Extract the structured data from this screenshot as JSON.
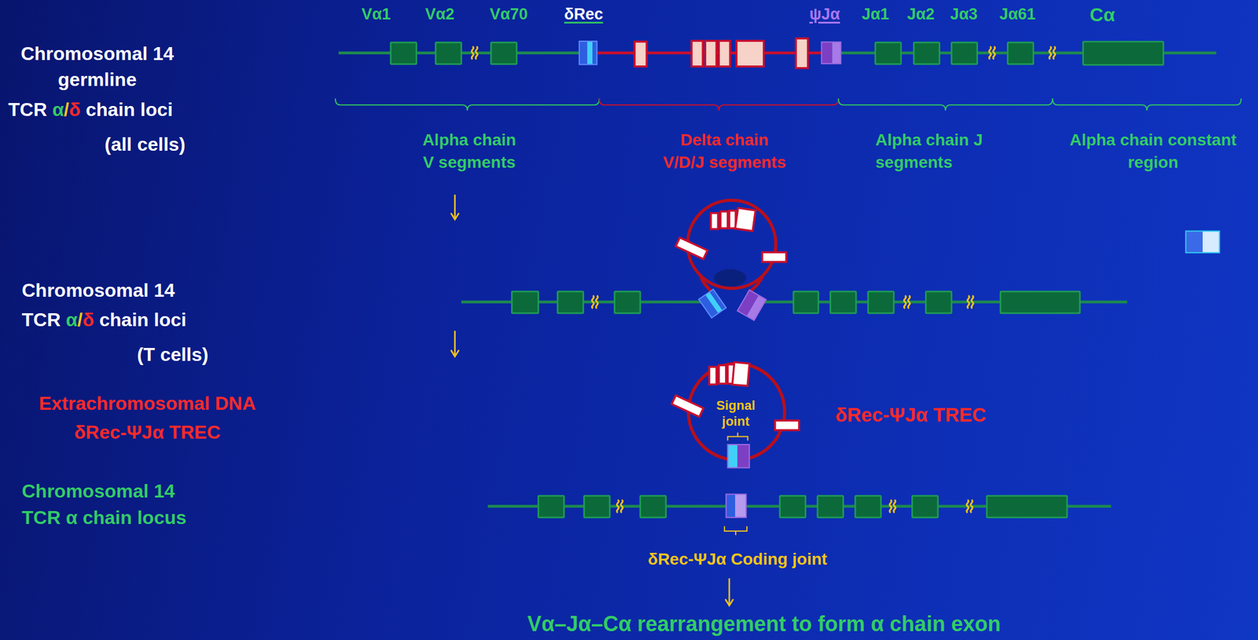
{
  "diagram": {
    "labels": [
      "Vα1",
      "Vα2",
      "Vα70",
      "δRec",
      "ψJα",
      "Jα1",
      "Jα2",
      "Jα3",
      "Jα61",
      "Cα",
      "Chromosomal 14 germline",
      "TCR α/δ chain loci",
      "(all cells)",
      "Alpha chain V segments",
      "Delta chain V/D/J segments",
      "Alpha chain J segments",
      "Alpha chain constant region",
      "Chromosomal 14 TCR α/δ chain loci",
      "(T cells)",
      "Extrachromosomal DNA δRec-ΨJα TREC",
      "Signal joint",
      "δRec-ΨJα TREC",
      "Chromosomal 14 TCR α chain locus",
      "δRec-ΨJα Coding joint",
      "Vα–Jα–Cα rearrangement to form α chain exon"
    ]
  }
}
